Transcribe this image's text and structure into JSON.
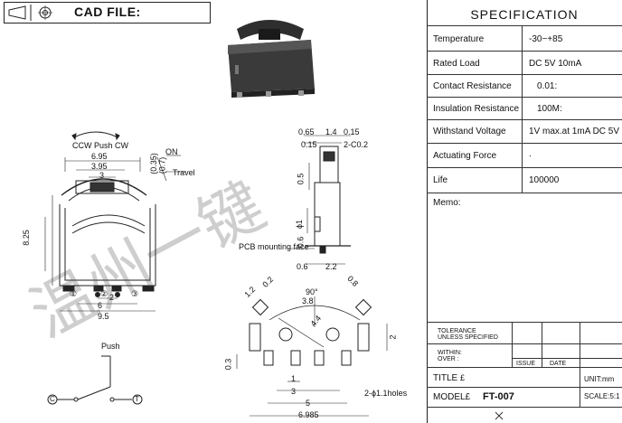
{
  "header": {
    "cad_title": "CAD FILE:"
  },
  "spec": {
    "title": "SPECIFICATION",
    "rows": [
      {
        "label": "Temperature",
        "value": "-30~+85"
      },
      {
        "label": "Rated Load",
        "value": "DC 5V 10mA"
      },
      {
        "label": "Contact Resistance",
        "value": "0.01:"
      },
      {
        "label": "Insulation Resistance",
        "value": "100M:"
      },
      {
        "label": "Withstand Voltage",
        "value": "1V max.at 1mA DC 5V"
      },
      {
        "label": "Actuating Force",
        "value": "."
      },
      {
        "label": "Life",
        "value": "100000"
      }
    ],
    "memo_label": "Memo:"
  },
  "titleblock": {
    "tolerance_line1": "TOLERANCE",
    "tolerance_line2": "UNLESS SPECIFIED",
    "within": "WITHIN:",
    "over": "OVER :",
    "issue": "ISSUE",
    "date": "DATE",
    "title_label": "TITLE",
    "title_mark": "£",
    "unit": "UNIT:mm",
    "model_label": "MODEL£",
    "model_value": "FT-007",
    "scale": "SCALE:5:1"
  },
  "drawing": {
    "ccw_label": "CCW Push CW",
    "on_label": "ON",
    "travel_label": "Travel",
    "pcb_label": "PCB mounting face",
    "push_label": "Push",
    "holes_label": "2-ϕ1.1holes",
    "dims_front": [
      "6.95",
      "3.95",
      "3",
      "(0.35)",
      "(0.7)",
      "8.25",
      "6",
      "2",
      "9.5"
    ],
    "dims_side": [
      "0.65",
      "1.4",
      "0.15",
      "0.15",
      "2-C0.2",
      "0.5",
      "ϕ1",
      "0.6",
      "0.6",
      "2.2"
    ],
    "dims_bottom": [
      "90°",
      "3.8",
      "1.2",
      "0.2",
      "0.8",
      "4.4",
      "2",
      "0.3",
      "1",
      "3",
      "5",
      "6.985"
    ],
    "pin_marks": [
      "①",
      "②",
      "③"
    ],
    "terminal_c": "C",
    "terminal_t": "T",
    "watermark": "温州一键"
  }
}
